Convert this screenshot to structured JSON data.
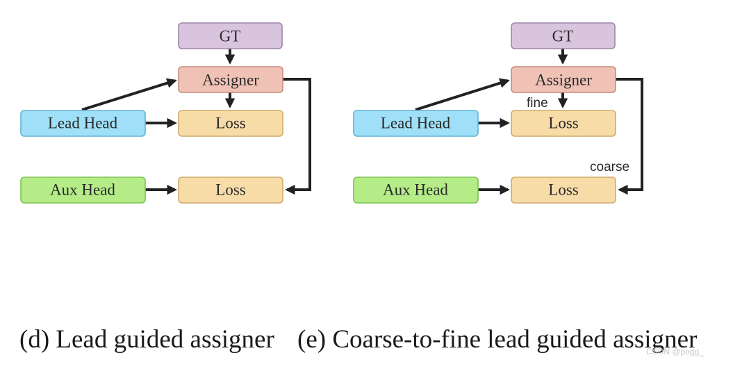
{
  "diagram_d": {
    "gt": "GT",
    "assigner": "Assigner",
    "lead_head": "Lead Head",
    "lead_loss": "Loss",
    "aux_head": "Aux Head",
    "aux_loss": "Loss"
  },
  "diagram_e": {
    "gt": "GT",
    "assigner": "Assigner",
    "lead_head": "Lead Head",
    "lead_loss": "Loss",
    "aux_head": "Aux Head",
    "aux_loss": "Loss",
    "fine_label": "fine",
    "coarse_label": "coarse"
  },
  "captions": {
    "d": "(d) Lead guided assigner",
    "e": "(e) Coarse-to-fine lead guided assigner"
  },
  "watermark": "CSDN @pogg_",
  "colors": {
    "gt_fill": "#d9c4de",
    "gt_stroke": "#9f86a8",
    "assigner_fill": "#f0c2b6",
    "assigner_stroke": "#c68a7d",
    "lead_fill": "#9fe0f8",
    "lead_stroke": "#5fb4d6",
    "aux_fill": "#b5ec88",
    "aux_stroke": "#7cc253",
    "loss_fill": "#f8dca8",
    "loss_stroke": "#cfaa6c",
    "arrow": "#222222"
  }
}
